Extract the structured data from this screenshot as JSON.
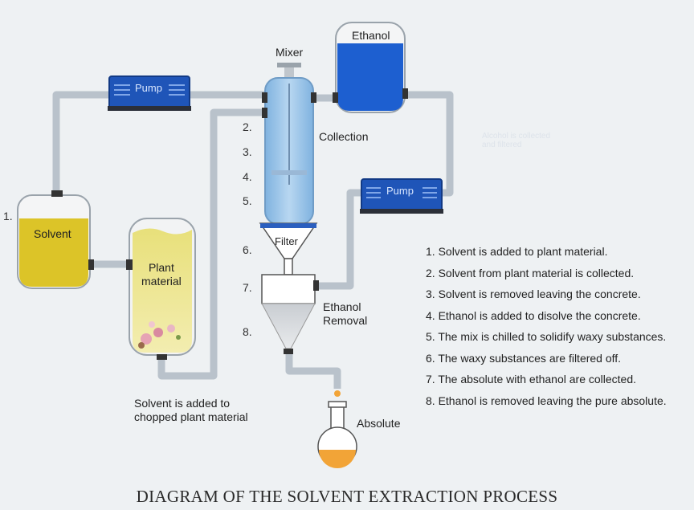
{
  "diagram": {
    "title": "DIAGRAM OF THE SOLVENT EXTRACTION PROCESS",
    "labels": {
      "mixer": "Mixer",
      "ethanol_tank": "Ethanol",
      "pump_left": "Pump",
      "pump_right": "Pump",
      "collection": "Collection",
      "solvent": "Solvent",
      "plant_material": "Plant\nmaterial",
      "filter": "Filter",
      "ethanol_removal": "Ethanol\nRemoval",
      "absolute": "Absolute",
      "caption": "Solvent is added to\nchopped plant material",
      "faint_note": "Alcohol is collected\nand filtered"
    },
    "numbers": {
      "n1": "1.",
      "n2": "2.",
      "n3": "3.",
      "n4": "4.",
      "n5": "5.",
      "n6": "6.",
      "n7": "7.",
      "n8": "8."
    },
    "steps": [
      "1. Solvent is added to plant material.",
      "2. Solvent from plant material is collected.",
      "3. Solvent is removed leaving the concrete.",
      "4. Ethanol is added to disolve the concrete.",
      "5. The mix is chilled to solidify waxy substances.",
      "6. The waxy substances are filtered off.",
      "7. The absolute with ethanol are collected.",
      "8. Ethanol is removed leaving the pure absolute."
    ],
    "colors": {
      "pipe": "#b9c2cb",
      "pump": "#1f55b8",
      "ethanol": "#1d5fd0",
      "solvent": "#dcc428",
      "column": "#8fbde6",
      "absolute": "#f2a437"
    }
  }
}
